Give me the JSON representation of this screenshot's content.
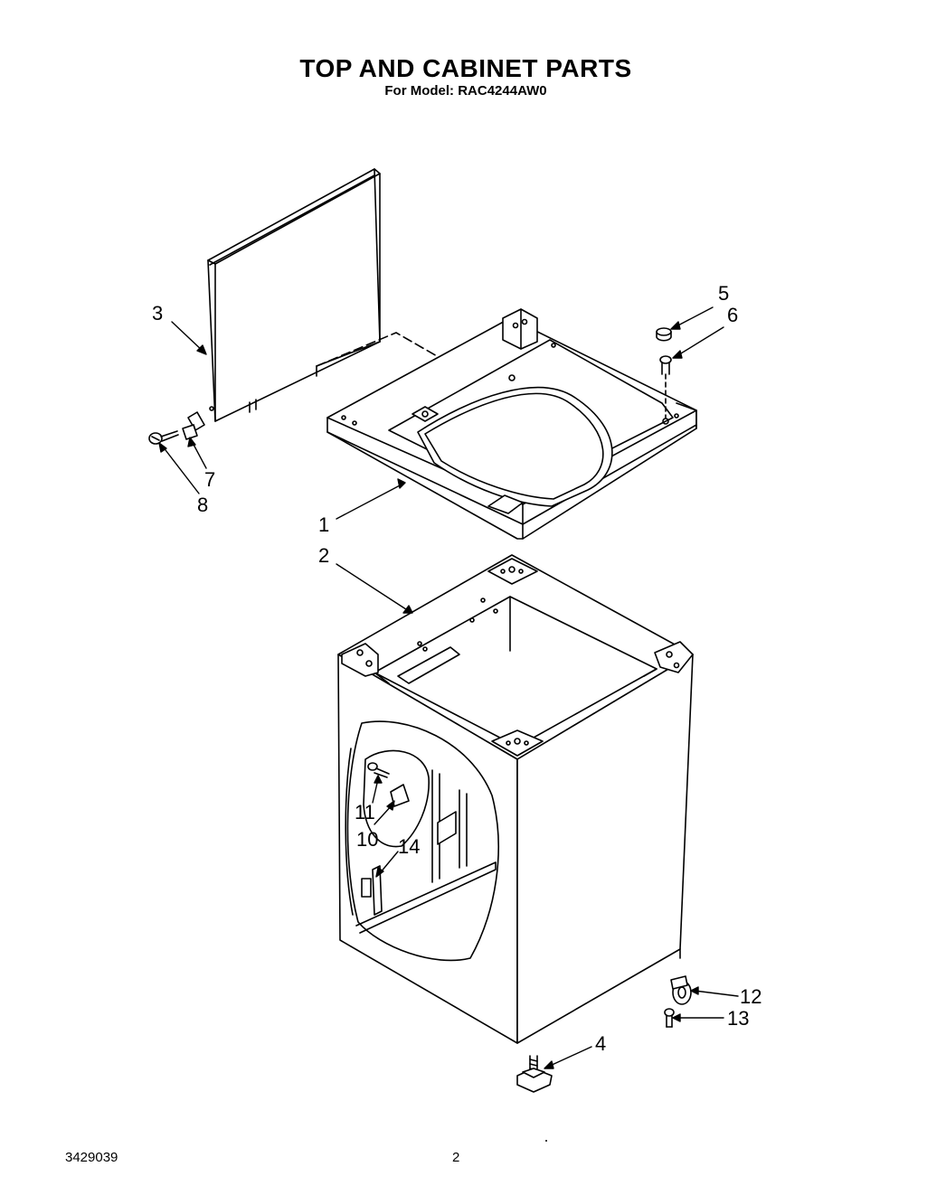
{
  "header": {
    "title": "TOP AND CABINET PARTS",
    "subtitle": "For Model: RAC4244AW0"
  },
  "footer": {
    "doc_number": "3429039",
    "page_number": "2"
  },
  "callouts": {
    "c1": "1",
    "c2": "2",
    "c3": "3",
    "c4": "4",
    "c5": "5",
    "c6": "6",
    "c7": "7",
    "c8": "8",
    "c10": "10",
    "c11": "11",
    "c12": "12",
    "c13": "13",
    "c14": "14"
  }
}
